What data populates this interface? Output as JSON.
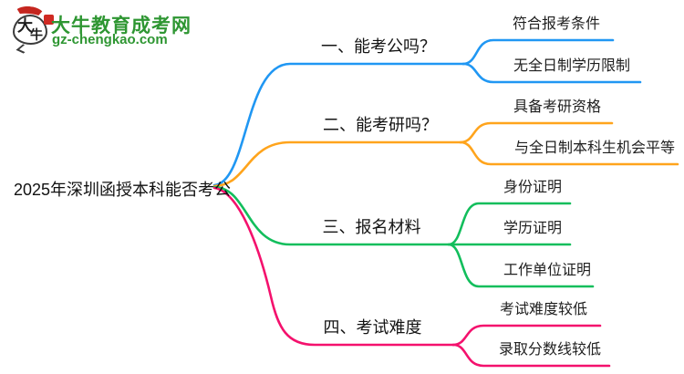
{
  "site": {
    "name": "大牛教育成考网",
    "url": "gz-chengkao.com",
    "logo_char_1": "大",
    "logo_char_2": "牛",
    "brand_color": "#2e9632"
  },
  "root": {
    "label": "2025年深圳函授本科能否考公"
  },
  "branches": [
    {
      "label": "一、能考公吗？",
      "color": "#2097F3",
      "children": [
        "符合报考条件",
        "无全日制学历限制"
      ]
    },
    {
      "label": "二、能考研吗？",
      "color": "#FFA41C",
      "children": [
        "具备考研资格",
        "与全日制本科生机会平等"
      ]
    },
    {
      "label": "三、报名材料",
      "color": "#12BE5C",
      "children": [
        "身份证明",
        "学历证明",
        "工作单位证明"
      ]
    },
    {
      "label": "四、考试难度",
      "color": "#F4116D",
      "children": [
        "考试难度较低",
        "录取分数线较低"
      ]
    }
  ]
}
